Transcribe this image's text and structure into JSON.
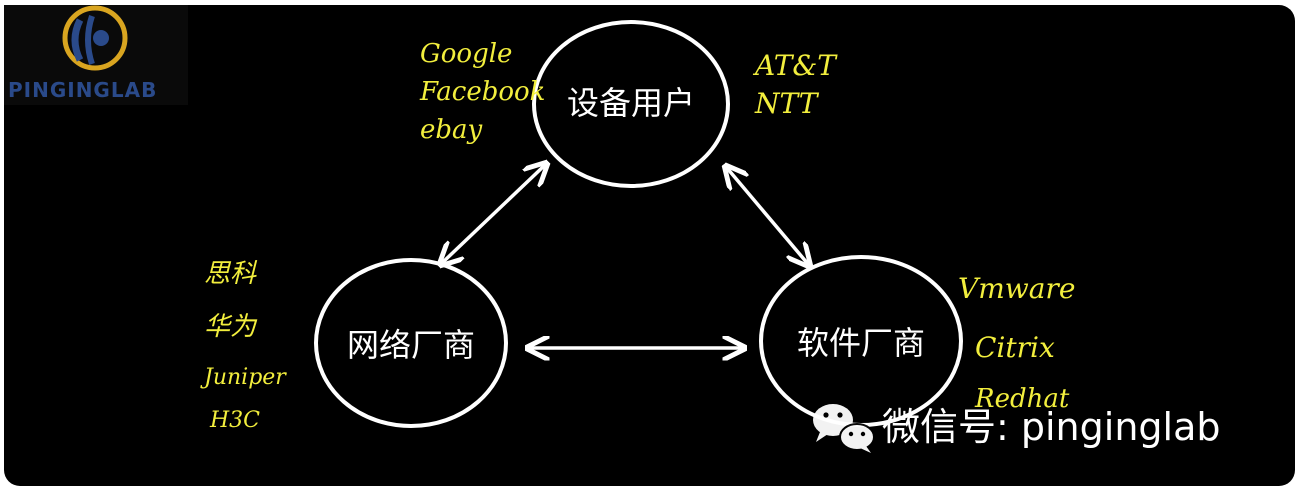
{
  "colors": {
    "background": "#000000",
    "stroke": "#ffffff",
    "annotation": "#f2ee3d",
    "logo_blue": "#2a4a8a",
    "logo_gold": "#d9a520"
  },
  "logo": {
    "text": "PINGINGLAB",
    "icon": "pinginglab-logo-icon"
  },
  "nodes": {
    "top": {
      "label": "设备用户"
    },
    "left": {
      "label": "网络厂商"
    },
    "right": {
      "label": "软件厂商"
    }
  },
  "annotations": {
    "top_left": [
      "Google",
      "Facebook",
      "ebay"
    ],
    "top_right": [
      "AT&T",
      "NTT"
    ],
    "left": [
      "思科",
      "华为",
      "Juniper",
      "H3C"
    ],
    "right": [
      "Vmware",
      "Citrix",
      "Redhat"
    ]
  },
  "watermark": {
    "icon": "wechat-icon",
    "text": "微信号: pinginglab"
  }
}
